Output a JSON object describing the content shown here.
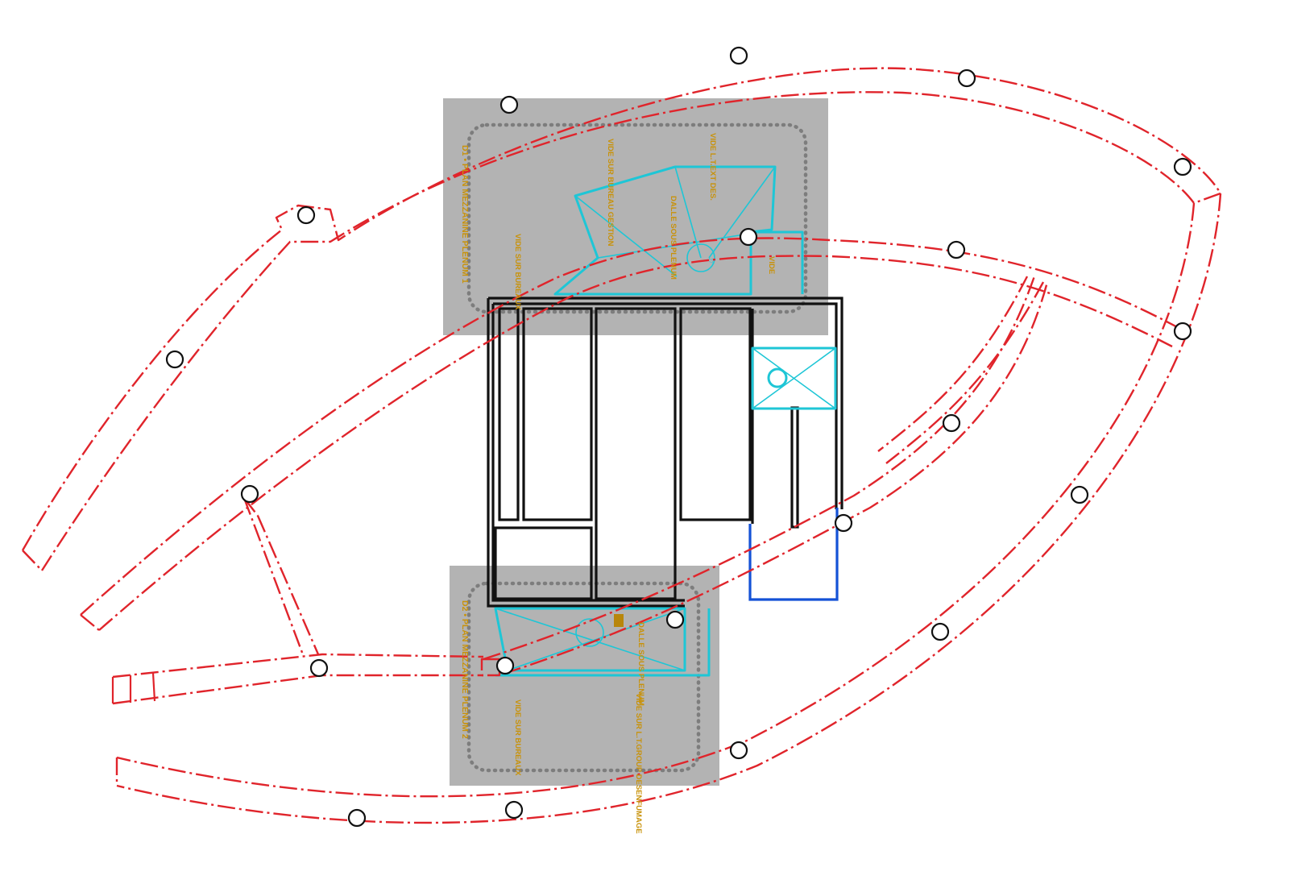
{
  "plan": {
    "zone_1": {
      "title": "D1 • PLAN MEZZANINE PLENUM 1",
      "labels": {
        "vide_sur_bureaux": "VIDE SUR BUREAUX",
        "vide_sur_bureau_gestion": "VIDE SUR BUREAU GESTION",
        "vide_local_des": "VIDE L.T.EXT DES.",
        "dalle_sous_plenum": "DALLE SOUS PLENUM",
        "vide": "VIDE"
      }
    },
    "zone_2": {
      "title": "D2 • PLAN MEZZANINE PLENUM 2",
      "labels": {
        "vide_sur_bureaux": "VIDE SUR BUREAUX",
        "vide_local_desenfumage": "VIDE SUR L.T.GROUP DESENFUMAGE",
        "dalle_sous_plenum": "DALLE SOUS PLENUM"
      }
    },
    "colors": {
      "outline_red": "#e0242b",
      "stair_cyan": "#1ec6d6",
      "shaft_blue": "#1452d6",
      "mezzanine_grey": "#b3b3b3",
      "label_gold": "#c8920a",
      "wall_black": "#111111"
    }
  }
}
